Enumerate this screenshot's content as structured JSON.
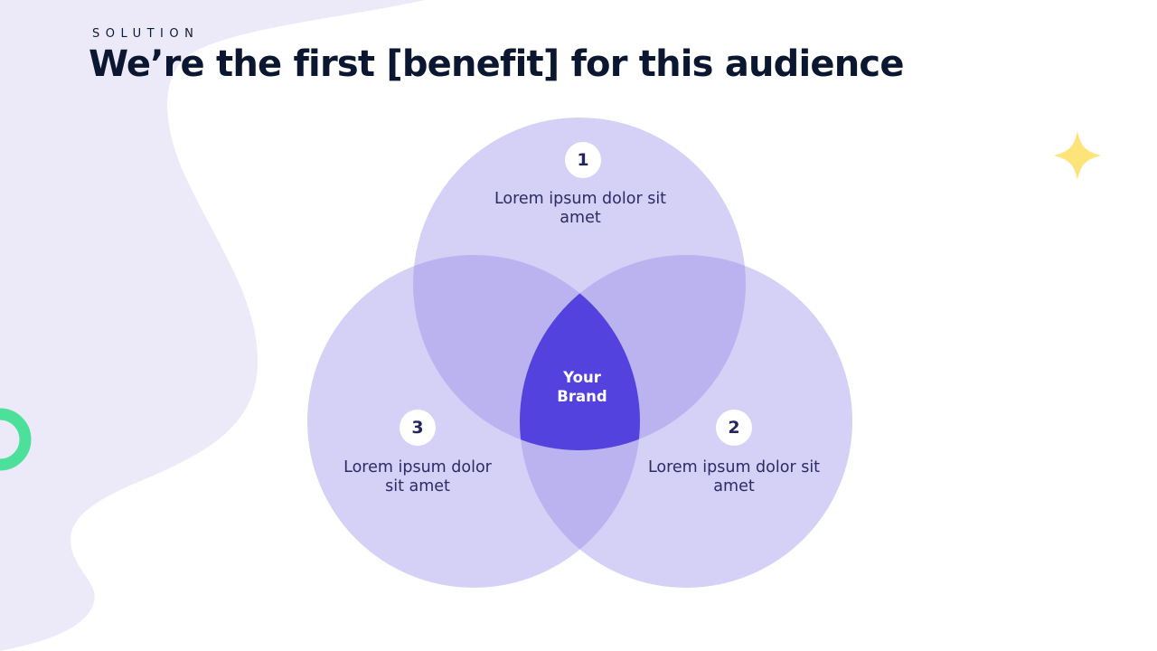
{
  "slide": {
    "eyebrow": "SOLUTION",
    "title": "We’re the first [benefit] for this audience"
  },
  "venn": {
    "center_label_line1": "Your",
    "center_label_line2": "Brand",
    "circles": [
      {
        "number": "1",
        "text": "Lorem ipsum dolor sit amet"
      },
      {
        "number": "2",
        "text": "Lorem ipsum dolor sit amet"
      },
      {
        "number": "3",
        "text": "Lorem ipsum dolor sit amet"
      }
    ]
  },
  "colors": {
    "circle_fill": "#d5d0f6",
    "overlap_fill": "#bab3f0",
    "center_fill": "#5342dd",
    "background_blob": "#eceaf9",
    "ring_accent": "#4de09b",
    "star_accent": "#fde47a",
    "title_text": "#0b1730"
  }
}
